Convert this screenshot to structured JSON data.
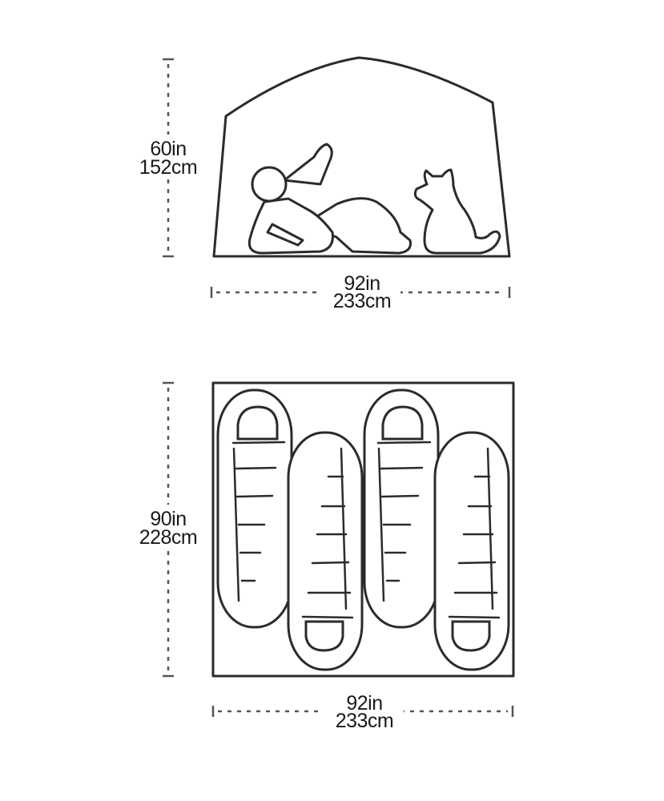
{
  "side_view": {
    "height_in": "60in",
    "height_cm": "152cm",
    "width_in": "92in",
    "width_cm": "233cm"
  },
  "floor_plan": {
    "depth_in": "90in",
    "depth_cm": "228cm",
    "width_in": "92in",
    "width_cm": "233cm"
  }
}
